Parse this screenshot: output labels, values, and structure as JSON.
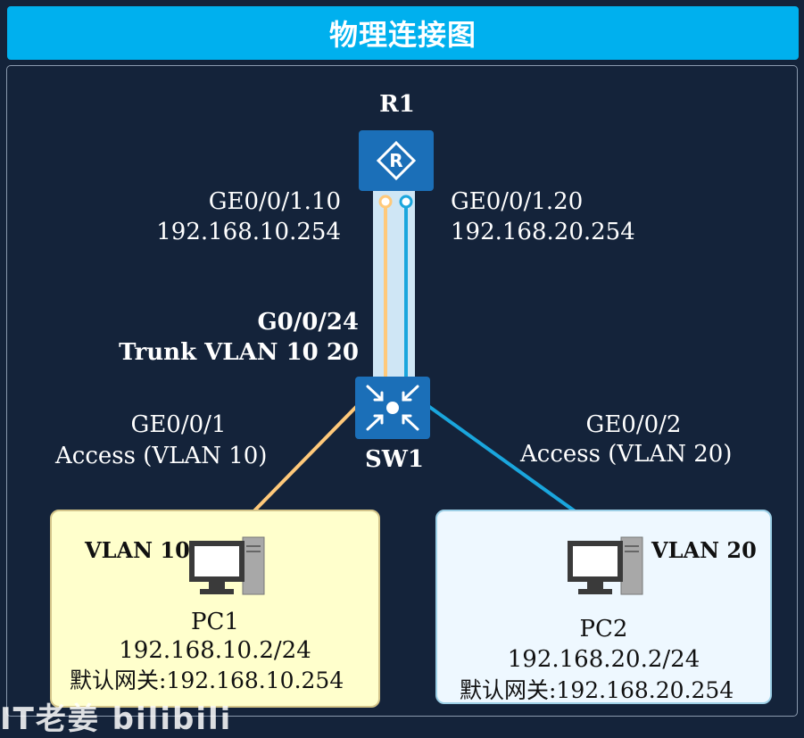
{
  "title": "物理连接图",
  "router": {
    "name": "R1",
    "left_if": "GE0/0/1.10",
    "left_ip": "192.168.10.254",
    "right_if": "GE0/0/1.20",
    "right_ip": "192.168.20.254",
    "icon": "router-icon"
  },
  "trunk": {
    "port": "G0/0/24",
    "mode": "Trunk VLAN 10 20"
  },
  "switch": {
    "name": "SW1",
    "left_if": "GE0/0/1",
    "left_mode": "Access (VLAN 10)",
    "right_if": "GE0/0/2",
    "right_mode": "Access (VLAN 20)",
    "icon": "switch-icon"
  },
  "pc1": {
    "vlan": "VLAN 10",
    "name": "PC1",
    "ip": "192.168.10.2/24",
    "gateway": "默认网关:192.168.10.254",
    "box_color": "#ffffcc"
  },
  "pc2": {
    "vlan": "VLAN 20",
    "name": "PC2",
    "ip": "192.168.20.2/24",
    "gateway": "默认网关:192.168.20.254",
    "box_color": "#eef8ff"
  },
  "colors": {
    "background": "#14233a",
    "header": "#00b0ee",
    "device": "#1b6fb8",
    "vlan10_link": "#ffc97a",
    "vlan20_link": "#1aa6dd",
    "trunk": "#cfe6f5"
  },
  "watermark": "IT老姜 bilibili"
}
